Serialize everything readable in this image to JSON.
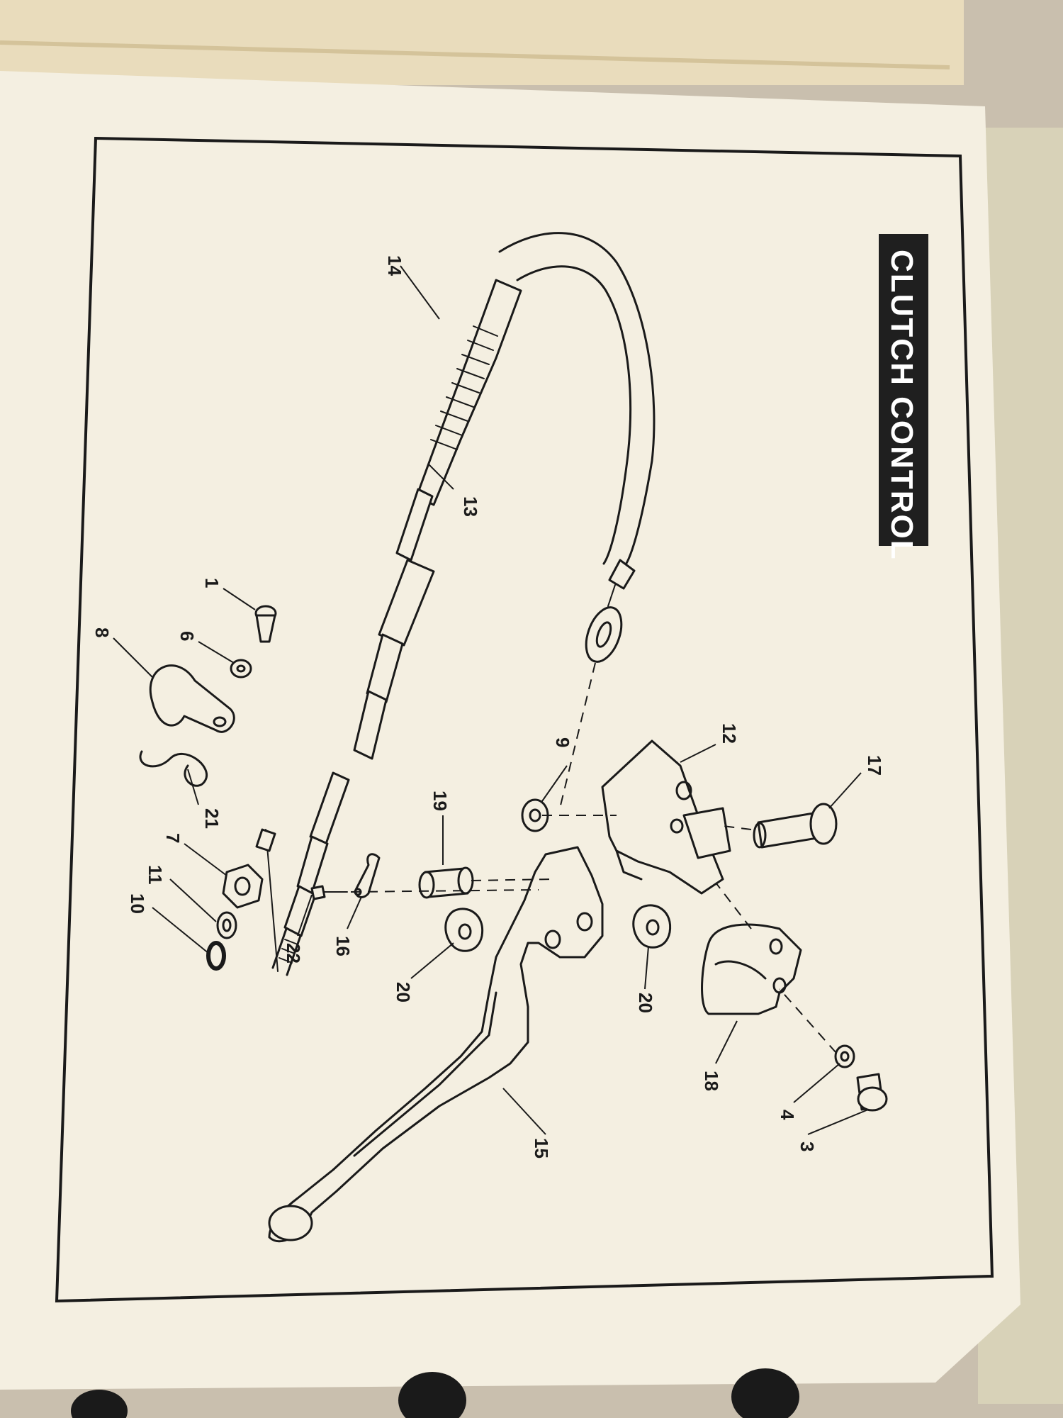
{
  "page": {
    "title": "CLUTCH CONTROL"
  },
  "parts": [
    {
      "id": "1"
    },
    {
      "id": "3"
    },
    {
      "id": "4"
    },
    {
      "id": "6"
    },
    {
      "id": "7"
    },
    {
      "id": "8"
    },
    {
      "id": "9"
    },
    {
      "id": "10"
    },
    {
      "id": "11"
    },
    {
      "id": "12"
    },
    {
      "id": "13"
    },
    {
      "id": "14"
    },
    {
      "id": "15"
    },
    {
      "id": "16"
    },
    {
      "id": "17"
    },
    {
      "id": "18"
    },
    {
      "id": "19"
    },
    {
      "id": "20a",
      "label": "20"
    },
    {
      "id": "20b",
      "label": "20"
    },
    {
      "id": "21"
    },
    {
      "id": "22"
    }
  ],
  "colors": {
    "paper": "#f4efe1",
    "ink": "#1a1a1a",
    "title_background": "#1f1f1f",
    "title_text": "#ffffff",
    "background": "#c9bfae"
  }
}
